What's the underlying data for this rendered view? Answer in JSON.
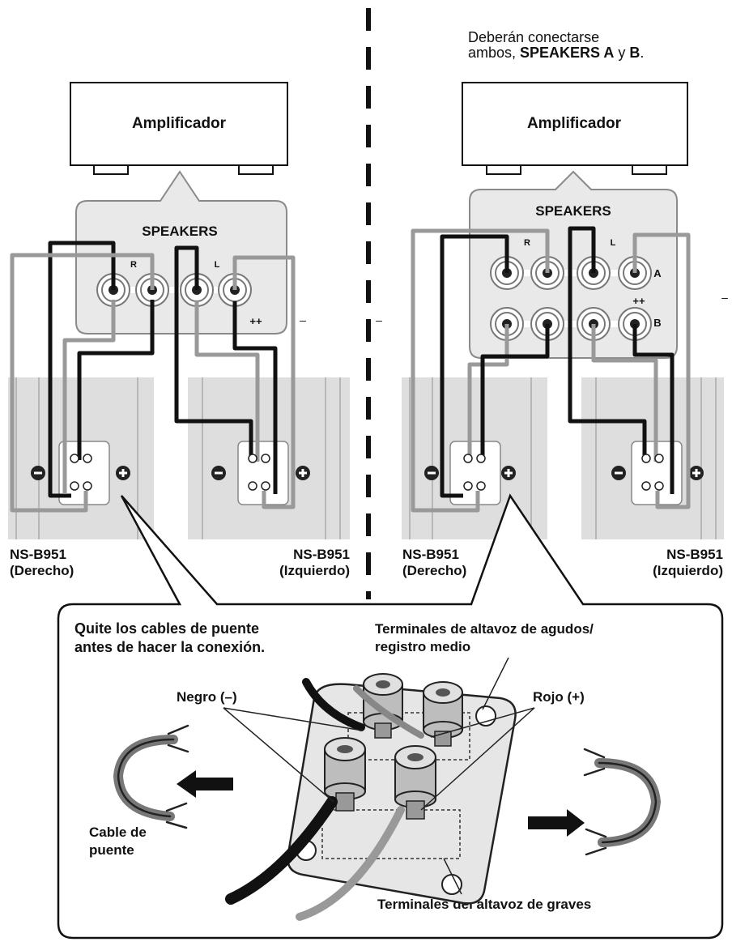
{
  "top_note": {
    "line1": "Deberán conectarse",
    "line2_prefix": "ambos, ",
    "speakers_a": "SPEAKERS A",
    "conj": " y ",
    "b": "B",
    "period": "."
  },
  "left_panel": {
    "amplifier_label": "Amplificador",
    "speakers_label": "SPEAKERS",
    "channel_r": "R",
    "channel_l": "L",
    "plus_marks": "++",
    "minus_mark": "–",
    "speaker_right": {
      "model": "NS-B951",
      "side": "(Derecho)"
    },
    "speaker_left": {
      "model": "NS-B951",
      "side": "(Izquierdo)"
    }
  },
  "right_panel": {
    "amplifier_label": "Amplificador",
    "speakers_label": "SPEAKERS",
    "channel_r": "R",
    "channel_l": "L",
    "row_a": "A",
    "row_b": "B",
    "plus_marks": "++",
    "minus_mark": "–",
    "speaker_right": {
      "model": "NS-B951",
      "side": "(Derecho)"
    },
    "speaker_left": {
      "model": "NS-B951",
      "side": "(Izquierdo)"
    }
  },
  "detail": {
    "instruction_line1": "Quite los cables de puente",
    "instruction_line2": "antes de hacer la conexión.",
    "tweeter_label_line1": "Terminales de altavoz de agudos/",
    "tweeter_label_line2": "registro medio",
    "black_label": "Negro (–)",
    "red_label": "Rojo (+)",
    "jumper_label_line1": "Cable de",
    "jumper_label_line2": "puente",
    "woofer_label": "Terminales del altavoz de graves"
  }
}
